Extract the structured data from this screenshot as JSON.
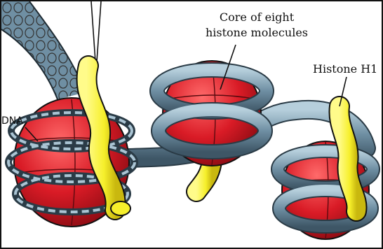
{
  "labels": {
    "core_line1": "Core of eight",
    "core_line2": "histone molecules",
    "histone_h1": "Histone H1",
    "dna": "DNA"
  },
  "colors": {
    "histone_core": "#d91b26",
    "dna_wrap": "#6f8fa3",
    "histone_h1": "#f6ef2b",
    "background": "#ffffff",
    "outline": "#111111"
  }
}
